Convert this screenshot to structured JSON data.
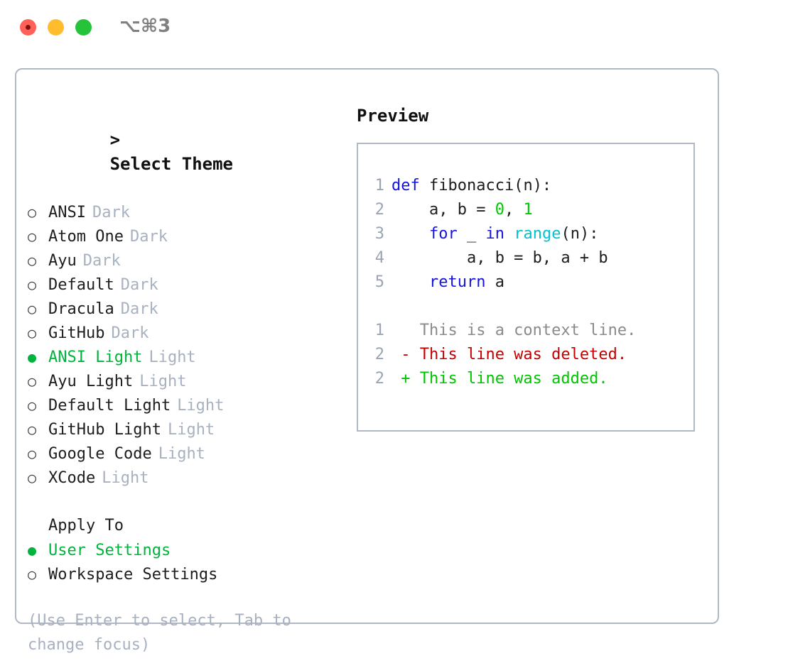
{
  "window": {
    "shortcut": "⌥⌘3",
    "controls": [
      "close-button",
      "minimize-button",
      "maximize-button"
    ]
  },
  "colors": {
    "accent_green": "#00b33c",
    "muted": "#a7b1c0",
    "border": "#b0b8c6",
    "keyword_blue": "#1414e0",
    "builtin_cyan": "#00c3cf",
    "number_green": "#00c800",
    "diff_delete_red": "#c40000",
    "diff_add_green": "#00c400",
    "line_number_gray": "#9aa4b2"
  },
  "theme_picker": {
    "prompt_prefix": ">",
    "title": "Select Theme",
    "bullet_empty": "○",
    "bullet_filled": "●",
    "items": [
      {
        "name": "ANSI",
        "kind": "Dark",
        "selected": false
      },
      {
        "name": "Atom One",
        "kind": "Dark",
        "selected": false
      },
      {
        "name": "Ayu",
        "kind": "Dark",
        "selected": false
      },
      {
        "name": "Default",
        "kind": "Dark",
        "selected": false
      },
      {
        "name": "Dracula",
        "kind": "Dark",
        "selected": false
      },
      {
        "name": "GitHub",
        "kind": "Dark",
        "selected": false
      },
      {
        "name": "ANSI Light",
        "kind": "Light",
        "selected": true
      },
      {
        "name": "Ayu Light",
        "kind": "Light",
        "selected": false
      },
      {
        "name": "Default Light",
        "kind": "Light",
        "selected": false
      },
      {
        "name": "GitHub Light",
        "kind": "Light",
        "selected": false
      },
      {
        "name": "Google Code",
        "kind": "Light",
        "selected": false
      },
      {
        "name": "XCode",
        "kind": "Light",
        "selected": false
      }
    ]
  },
  "apply_to": {
    "title": "Apply To",
    "items": [
      {
        "name": "User Settings",
        "selected": true
      },
      {
        "name": "Workspace Settings",
        "selected": false
      }
    ]
  },
  "hint": "(Use Enter to select, Tab to change focus)",
  "preview": {
    "title": "Preview",
    "code_lines": [
      {
        "num": "1",
        "tokens": [
          {
            "t": "def",
            "c": "kw"
          },
          {
            "t": " fibonacci(n):",
            "c": "txt"
          }
        ]
      },
      {
        "num": "2",
        "tokens": [
          {
            "t": "    a, b = ",
            "c": "txt"
          },
          {
            "t": "0",
            "c": "num"
          },
          {
            "t": ", ",
            "c": "txt"
          },
          {
            "t": "1",
            "c": "num"
          }
        ]
      },
      {
        "num": "3",
        "tokens": [
          {
            "t": "    ",
            "c": "txt"
          },
          {
            "t": "for",
            "c": "kw"
          },
          {
            "t": " _ ",
            "c": "txt"
          },
          {
            "t": "in",
            "c": "kw"
          },
          {
            "t": " ",
            "c": "txt"
          },
          {
            "t": "range",
            "c": "bi"
          },
          {
            "t": "(n):",
            "c": "txt"
          }
        ]
      },
      {
        "num": "4",
        "tokens": [
          {
            "t": "        a, b = b, a + b",
            "c": "txt"
          }
        ]
      },
      {
        "num": "5",
        "tokens": [
          {
            "t": "    ",
            "c": "txt"
          },
          {
            "t": "return",
            "c": "kw"
          },
          {
            "t": " a",
            "c": "txt"
          }
        ]
      }
    ],
    "diff_lines": [
      {
        "num": "1",
        "marker": " ",
        "text": "This is a context line.",
        "kind": "ctx"
      },
      {
        "num": "2",
        "marker": "-",
        "text": "This line was deleted.",
        "kind": "del"
      },
      {
        "num": "2",
        "marker": "+",
        "text": "This line was added.",
        "kind": "add"
      }
    ]
  }
}
